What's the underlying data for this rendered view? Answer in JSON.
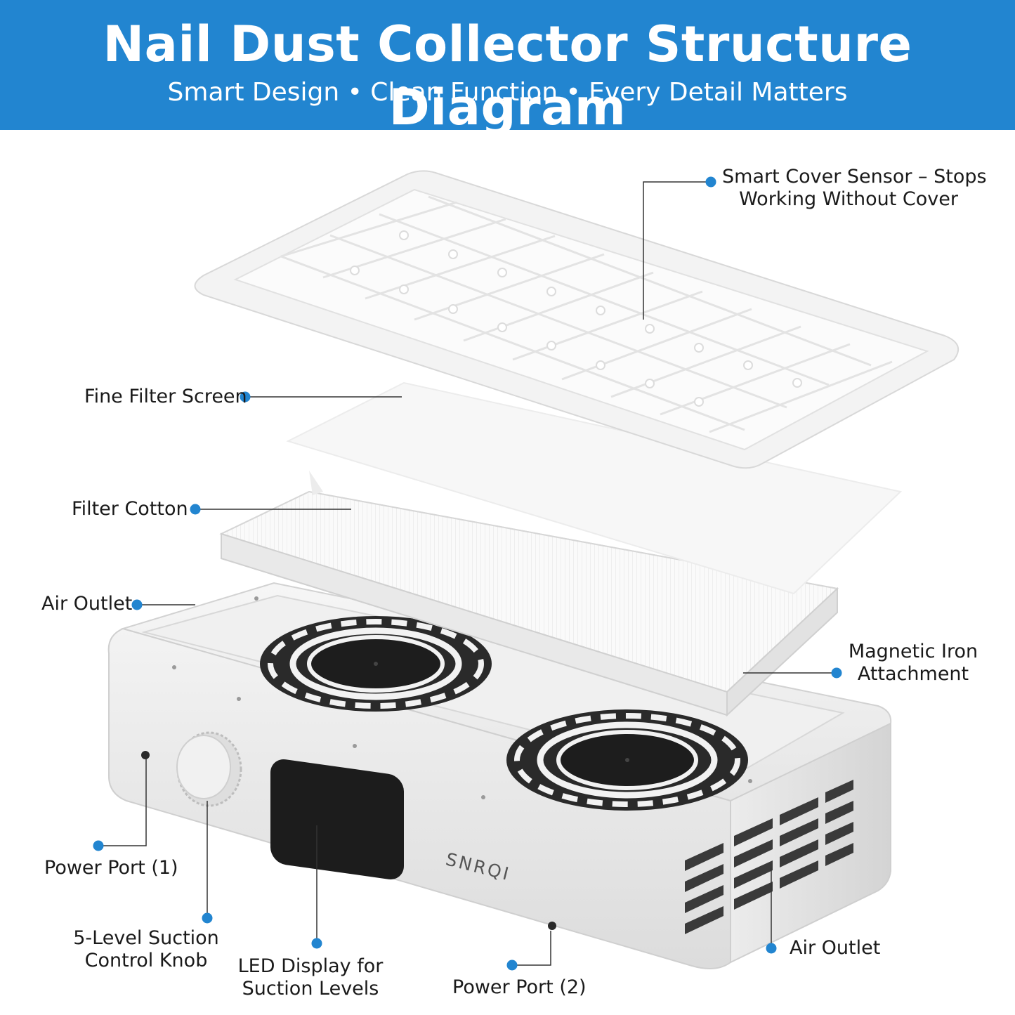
{
  "header": {
    "title": "Nail Dust Collector Structure Diagram",
    "subtitle": "Smart Design • Clean Function • Every Detail Matters"
  },
  "colors": {
    "banner": "#2285d0",
    "callout_dot": "#2285d0",
    "leader_line": "#333333",
    "display": "#1c1c1c"
  },
  "product": {
    "brand": "SNRQI"
  },
  "callouts": {
    "cover_sensor": {
      "line1": "Smart Cover Sensor – Stops",
      "line2": "Working Without Cover"
    },
    "fine_filter": {
      "text": "Fine Filter Screen"
    },
    "filter_cotton": {
      "text": "Filter Cotton"
    },
    "air_outlet_top": {
      "text": "Air Outlet"
    },
    "magnetic": {
      "line1": "Magnetic Iron",
      "line2": "Attachment"
    },
    "power_port_1": {
      "text": "Power Port (1)"
    },
    "knob": {
      "line1": "5-Level Suction",
      "line2": "Control Knob"
    },
    "led_display": {
      "line1": "LED Display for",
      "line2": "Suction Levels"
    },
    "power_port_2": {
      "text": "Power Port (2)"
    },
    "air_outlet_side": {
      "text": "Air Outlet"
    }
  }
}
